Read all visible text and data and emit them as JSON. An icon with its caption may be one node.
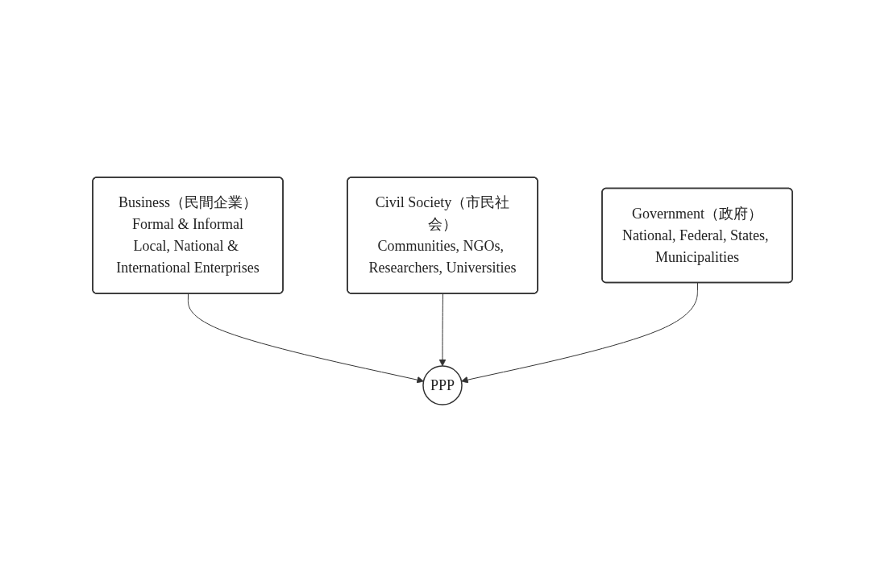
{
  "diagram": {
    "nodes": [
      {
        "text": [
          "Business（民間企業）",
          "Formal & Informal",
          "Local, National & International Enterprises"
        ]
      },
      {
        "text": [
          "PPP"
        ]
      },
      {
        "text": [
          "Civil Society（市民社会）",
          "Communities, NGOs, Researchers, Universities"
        ]
      },
      {
        "text": [
          "Government（政府）",
          "National, Federal, States, Municipalities"
        ]
      }
    ],
    "edges": [
      {
        "from": 0,
        "to": 1,
        "arrow": "to"
      },
      {
        "from": 2,
        "to": 1,
        "arrow": "to"
      },
      {
        "from": 3,
        "to": 1,
        "arrow": "to"
      }
    ]
  }
}
